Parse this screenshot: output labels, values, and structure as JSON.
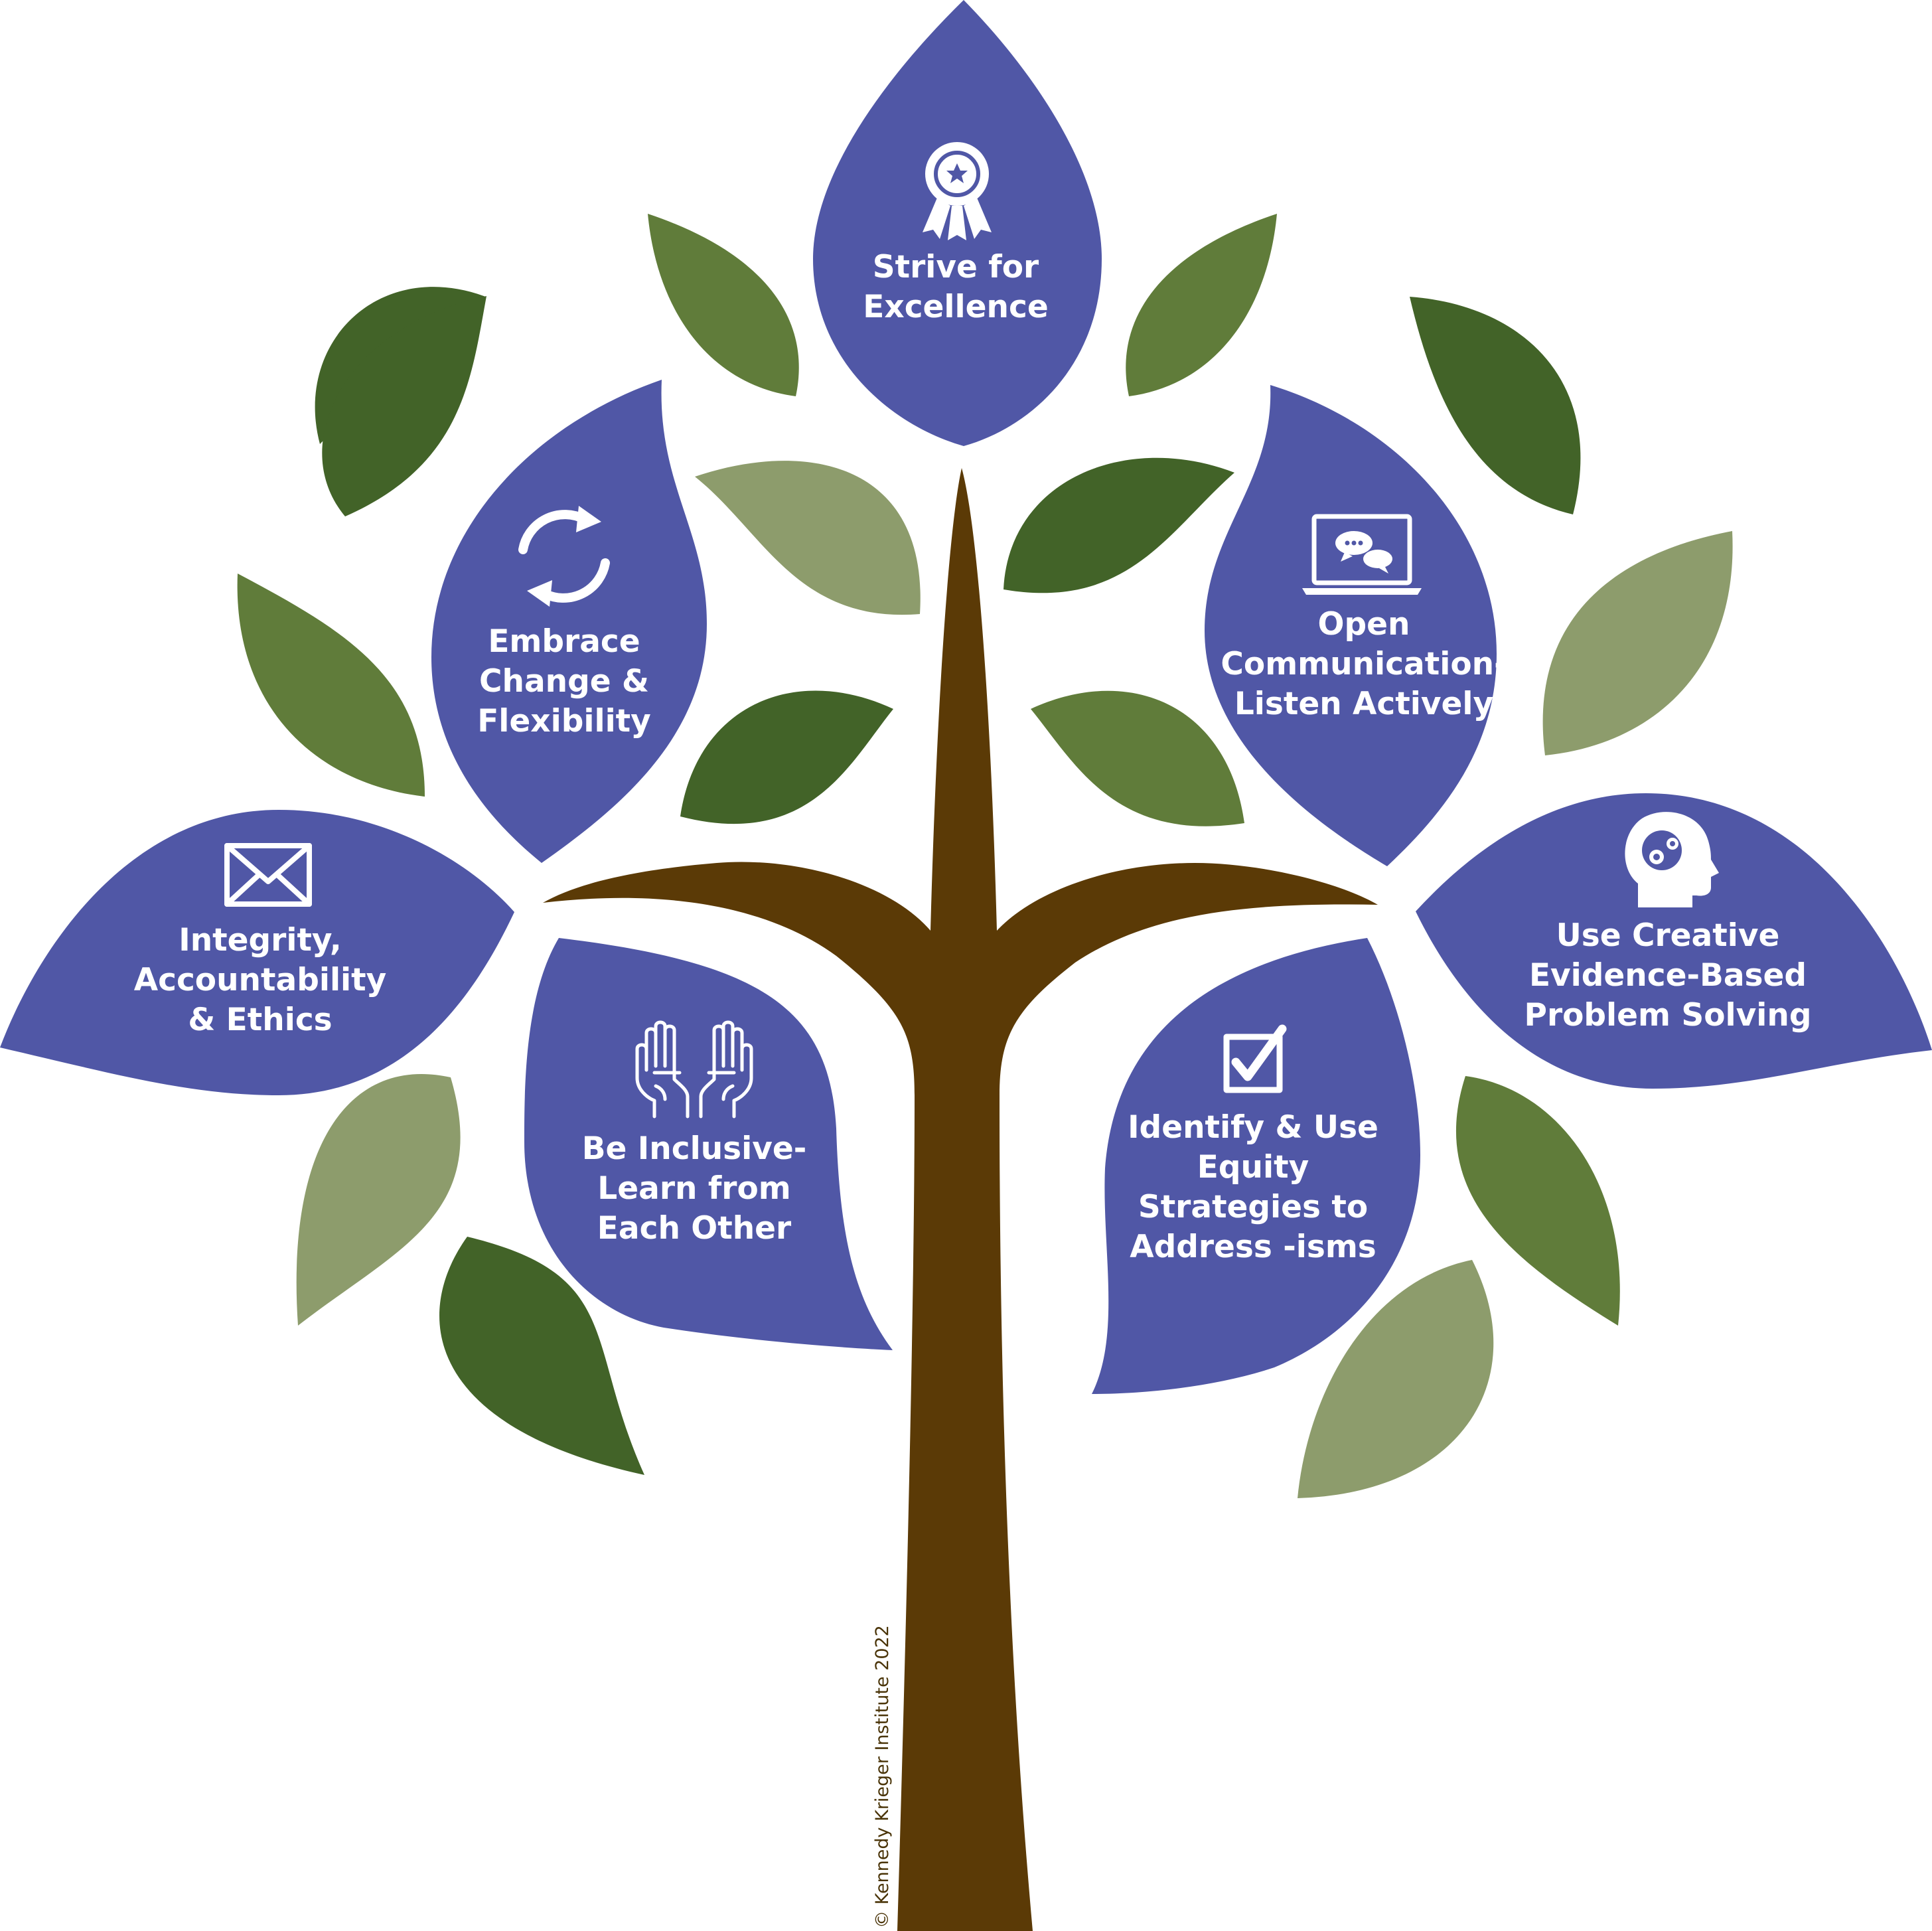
{
  "colors": {
    "trunk": "#5b3a06",
    "purple_leaf": "#5057a6",
    "dark_green_leaf": "#426328",
    "mid_green_leaf": "#607c3a",
    "light_green_leaf": "#8d9c6c",
    "label_text": "#ffffff"
  },
  "values": [
    {
      "icon": "award-ribbon-icon",
      "lines": [
        "Strive for",
        "Excellence"
      ]
    },
    {
      "icon": "refresh-arrows-icon",
      "lines": [
        "Embrace",
        "Change &",
        "Flexibility"
      ]
    },
    {
      "icon": "laptop-chat-icon",
      "lines": [
        "Open",
        "Communication-",
        "Listen Actively"
      ]
    },
    {
      "icon": "envelope-icon",
      "lines": [
        "Integrity,",
        "Accountability",
        "& Ethics"
      ]
    },
    {
      "icon": "head-gears-icon",
      "lines": [
        "Use Creative",
        "Evidence-Based",
        "Problem Solving"
      ]
    },
    {
      "icon": "raised-hands-icon",
      "lines": [
        "Be Inclusive-",
        "Learn from",
        "Each Other"
      ]
    },
    {
      "icon": "checkbox-icon",
      "lines": [
        "Identify & Use",
        "Equity",
        "Strategies to",
        "Address -isms"
      ]
    }
  ],
  "copyright": "© Kennedy Krieger Institute 2022"
}
